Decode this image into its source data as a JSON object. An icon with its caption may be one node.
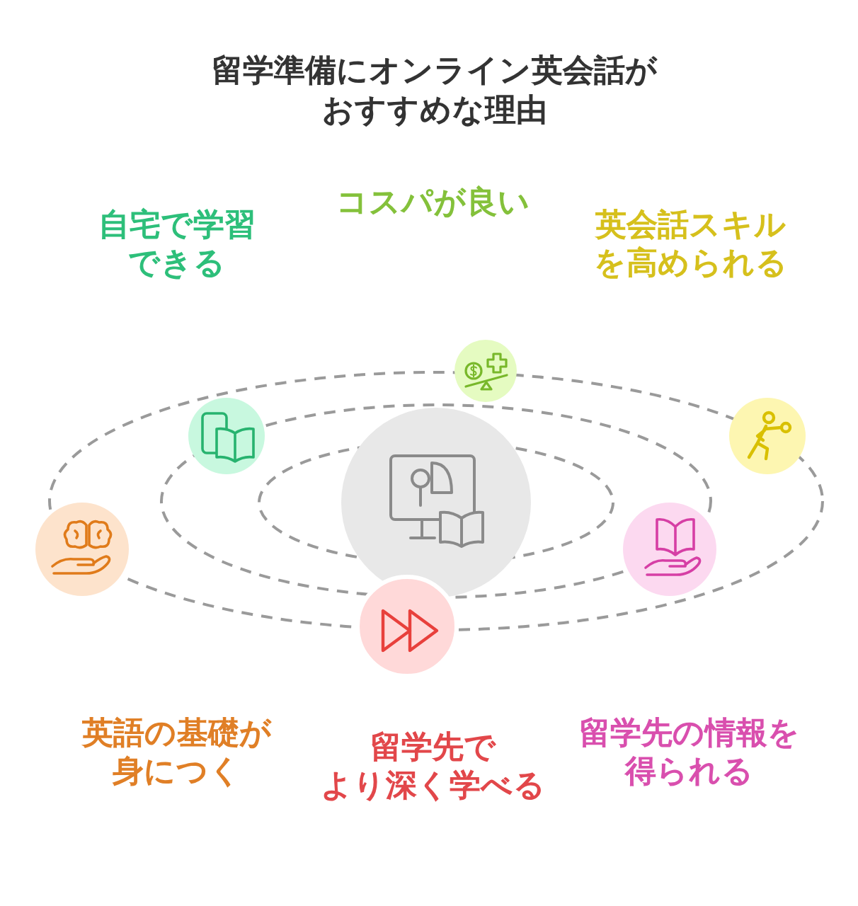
{
  "diagram": {
    "title": "留学準備にオンライン英会話がおすすめな理由",
    "labels": [
      "自宅で学習できる",
      "コスパが良い",
      "英会話スキルを高められる",
      "英語の基礎が身につく",
      "留学先でより深く学べる",
      "留学先の情報を得られる"
    ]
  }
}
